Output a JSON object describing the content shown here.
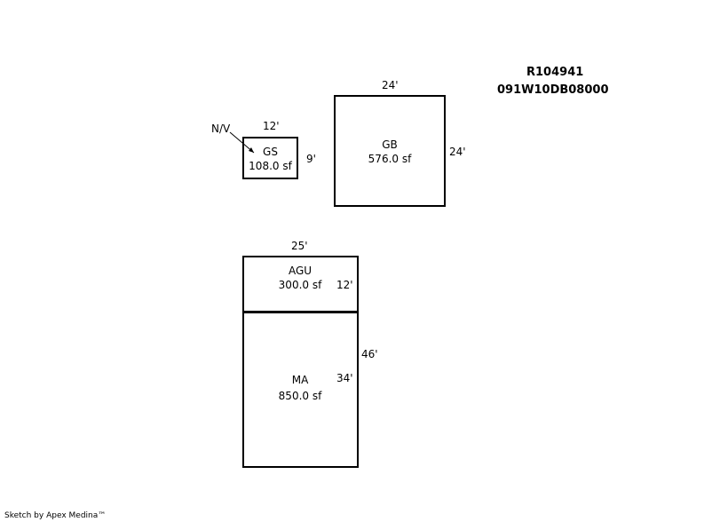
{
  "header": {
    "parcel_id": "R104941",
    "map_number": "091W10DB08000"
  },
  "areas": {
    "gs": {
      "code": "GS",
      "area": "108.0 sf",
      "top_dim": "12'",
      "side_dim": "9'"
    },
    "gb": {
      "code": "GB",
      "area": "576.0 sf",
      "top_dim": "24'",
      "side_dim": "24'"
    },
    "agu": {
      "code": "AGU",
      "area": "300.0 sf",
      "top_dim": "25'",
      "side_dim": "12'"
    },
    "ma": {
      "code": "MA",
      "area": "850.0 sf",
      "side_dim": "34'",
      "total_dim": "46'"
    }
  },
  "annotations": {
    "nv_label": "N/V"
  },
  "footer": {
    "credit": "Sketch by Apex Medina™"
  }
}
